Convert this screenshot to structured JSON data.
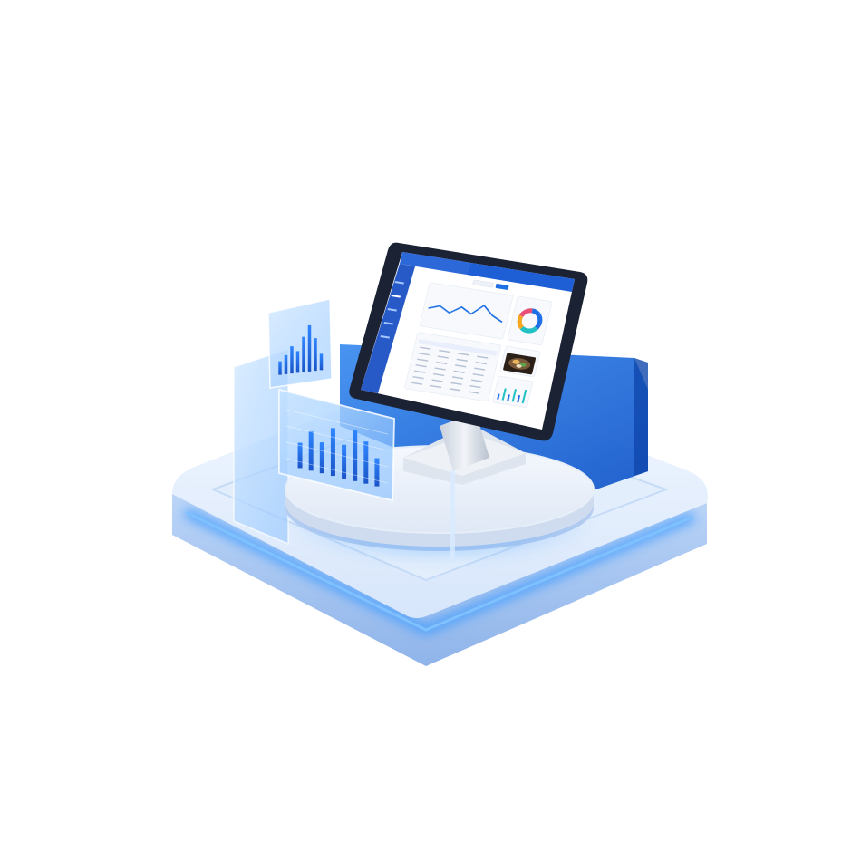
{
  "image": {
    "kind": "3d-illustration",
    "subject": "tablet-dashboard-on-platform"
  },
  "colors": {
    "accent": "#1f6fe5",
    "glow": "#4aa3ff",
    "platform_light": "#eaf2ff",
    "platform_side": "#9cc3f5",
    "panel_glass": "#bcdcff",
    "sidebar": "#1a4fc4"
  },
  "charts": {
    "back_panel_bars": [
      0.25,
      0.35,
      0.5,
      0.4,
      0.65,
      0.85,
      0.6,
      0.3
    ],
    "front_panel_bars": [
      0.45,
      0.7,
      0.55,
      0.85,
      0.6,
      0.9,
      0.75,
      0.5
    ]
  },
  "dashboard": {
    "line_chart": [
      0.42,
      0.55,
      0.38,
      0.62,
      0.45,
      0.78,
      0.5,
      0.35
    ],
    "donut_segments": [
      {
        "value": 0.35,
        "color": "#1f6fe5"
      },
      {
        "value": 0.25,
        "color": "#22c1c3"
      },
      {
        "value": 0.2,
        "color": "#f5a623"
      },
      {
        "value": 0.2,
        "color": "#e94e77"
      }
    ]
  }
}
